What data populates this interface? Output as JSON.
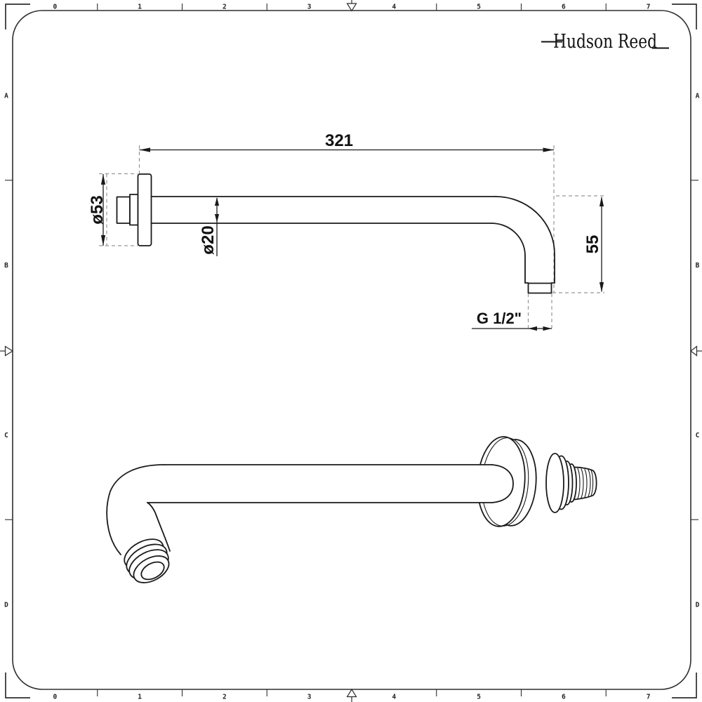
{
  "page": {
    "background": "#ffffff",
    "line_color": "#1a1a1a",
    "dash_color": "#969696"
  },
  "brand": {
    "logo_text": "Hudson Reed"
  },
  "ruler": {
    "column_labels": [
      "0",
      "1",
      "2",
      "3",
      "4",
      "5",
      "6",
      "7"
    ],
    "row_labels": [
      "A",
      "B",
      "C",
      "D"
    ]
  },
  "side_view": {
    "dim_length": "321",
    "dim_flange_diameter": "ø53",
    "dim_pipe_diameter": "ø20",
    "dim_drop": "55",
    "dim_thread": "G 1/2\""
  }
}
